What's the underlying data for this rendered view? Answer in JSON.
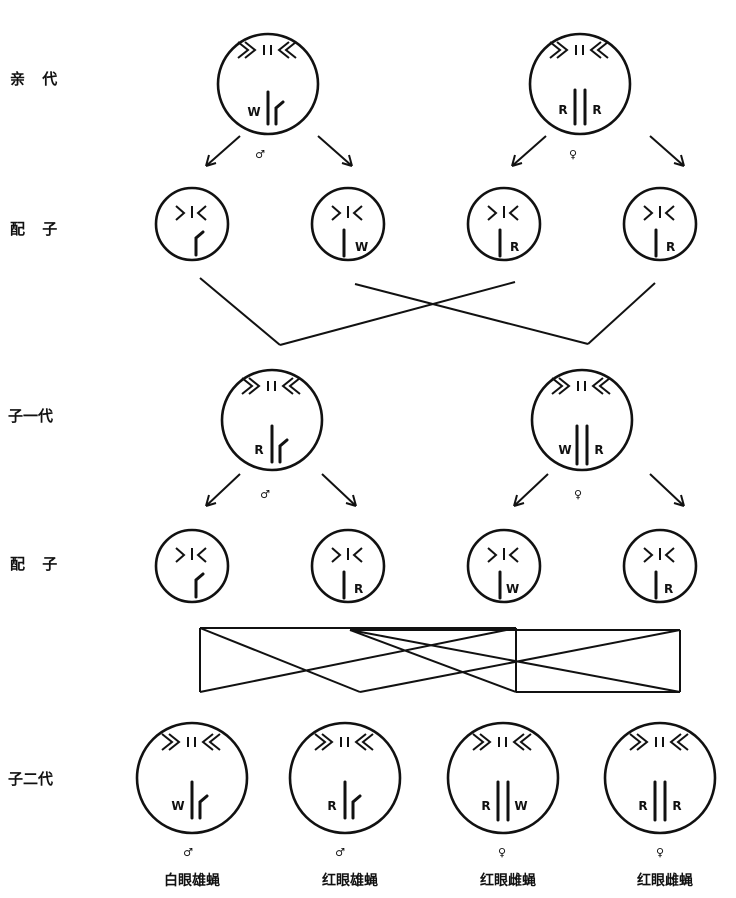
{
  "generations": {
    "parents": "亲 代",
    "gametes1": "配 子",
    "f1": "子一代",
    "gametes2": "配 子",
    "f2": "子二代"
  },
  "parents": {
    "male": {
      "left_allele": "W",
      "right_allele": "",
      "sex": "♂"
    },
    "female": {
      "left_allele": "R",
      "right_allele": "R",
      "sex": "♀"
    }
  },
  "gametes1": [
    {
      "allele": ""
    },
    {
      "allele": "W"
    },
    {
      "allele": "R"
    },
    {
      "allele": "R"
    }
  ],
  "f1": {
    "male": {
      "left_allele": "R",
      "right_allele": "",
      "sex": "♂"
    },
    "female": {
      "left_allele": "W",
      "right_allele": "R",
      "sex": "♀"
    }
  },
  "gametes2": [
    {
      "allele": ""
    },
    {
      "allele": "R"
    },
    {
      "allele": "W"
    },
    {
      "allele": "R"
    }
  ],
  "f2": [
    {
      "left_allele": "W",
      "right_allele": "",
      "sex": "♂",
      "caption": "白眼雄蝇"
    },
    {
      "left_allele": "R",
      "right_allele": "",
      "sex": "♂",
      "caption": "红眼雄蝇"
    },
    {
      "left_allele": "R",
      "right_allele": "W",
      "sex": "♀",
      "caption": "红眼雌蝇"
    },
    {
      "left_allele": "R",
      "right_allele": "R",
      "sex": "♀",
      "caption": "红眼雌蝇"
    }
  ]
}
